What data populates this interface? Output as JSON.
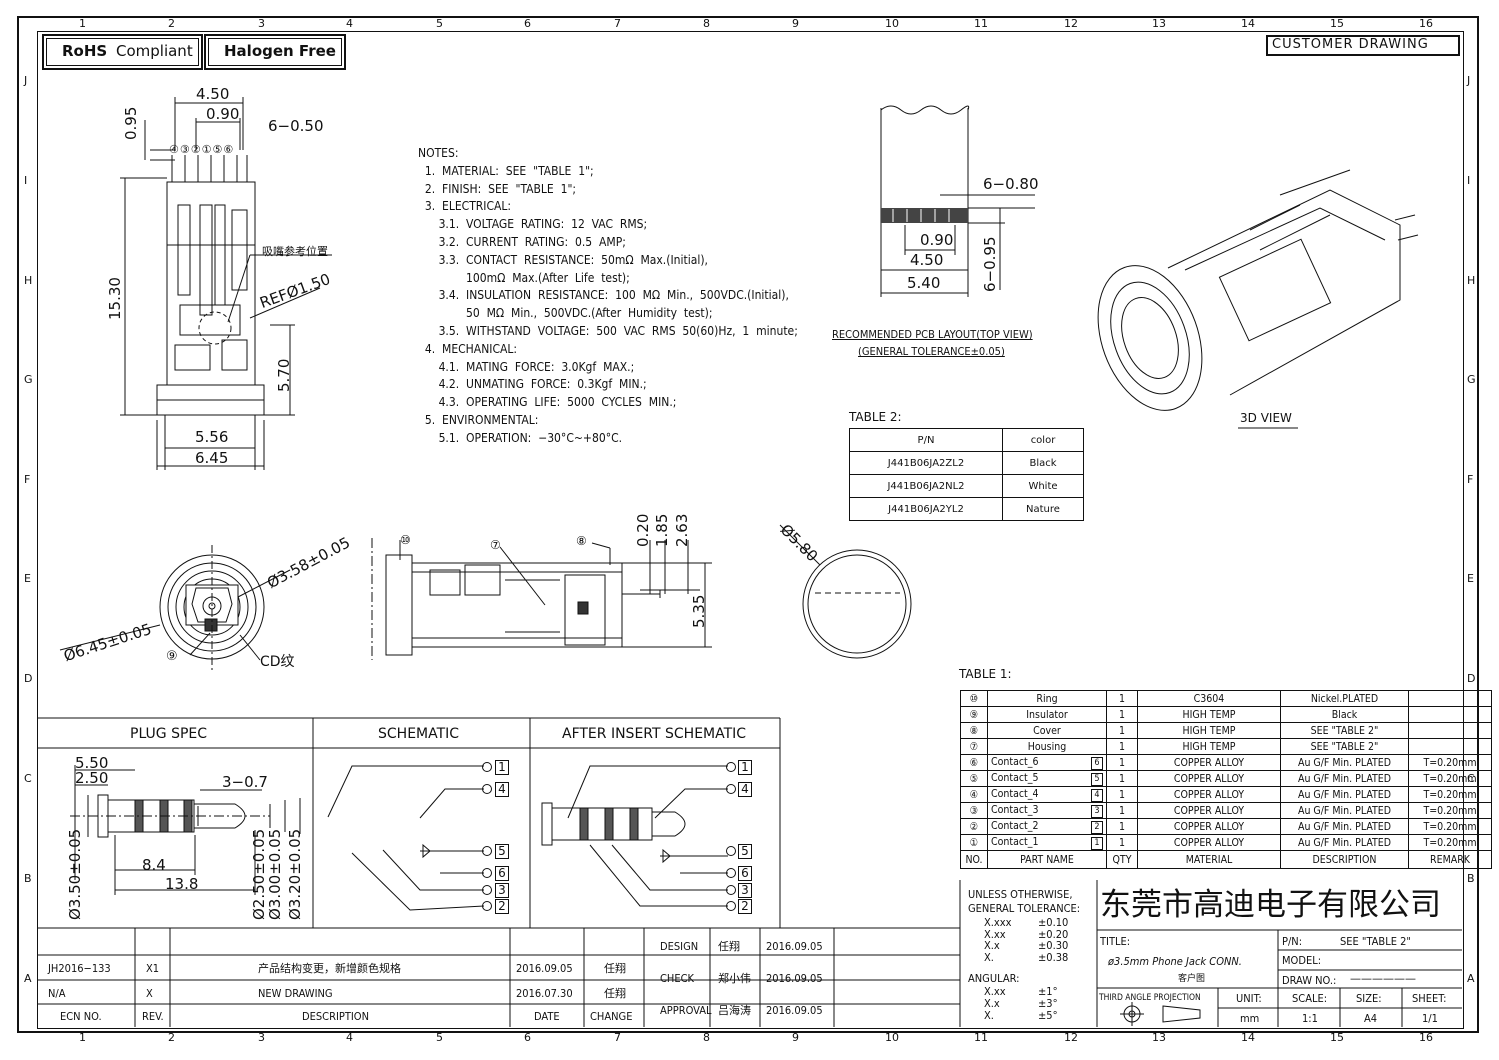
{
  "badges": {
    "rohs_bold": "RoHS",
    "rohs_rest": "Compliant",
    "halogen": "Halogen Free"
  },
  "header": {
    "title": "CUSTOMER DRAWING"
  },
  "grid": {
    "cols": [
      "1",
      "2",
      "3",
      "4",
      "5",
      "6",
      "7",
      "8",
      "9",
      "10",
      "11",
      "12",
      "13",
      "14",
      "15",
      "16"
    ],
    "rows": [
      "J",
      "I",
      "H",
      "G",
      "F",
      "E",
      "D",
      "C",
      "B",
      "A"
    ]
  },
  "side_view": {
    "d450": "4.50",
    "d090": "0.90",
    "d6x050": "6−0.50",
    "d095": "0.95",
    "d1530": "15.30",
    "d570": "5.70",
    "d556": "5.56",
    "d645": "6.45",
    "ref": "REFØ1.50",
    "nozzle": "吸嘴参考位置",
    "pins": [
      "④",
      "③",
      "②",
      "①",
      "⑤",
      "⑥"
    ]
  },
  "notes": [
    "NOTES:",
    "  1.  MATERIAL:  SEE  \"TABLE  1\";",
    "  2.  FINISH:  SEE  \"TABLE  1\";",
    "  3.  ELECTRICAL:",
    "      3.1.  VOLTAGE  RATING:  12  VAC  RMS;",
    "      3.2.  CURRENT  RATING:  0.5  AMP;",
    "      3.3.  CONTACT  RESISTANCE:  50mΩ  Max.(Initial),",
    "              100mΩ  Max.(After  Life  test);",
    "      3.4.  INSULATION  RESISTANCE:  100  MΩ  Min.,  500VDC.(Initial),",
    "              50  MΩ  Min.,  500VDC.(After  Humidity  test);",
    "      3.5.  WITHSTAND  VOLTAGE:  500  VAC  RMS  50(60)Hz,  1  minute;",
    "  4.  MECHANICAL:",
    "      4.1.  MATING  FORCE:  3.0Kgf  MAX.;",
    "      4.2.  UNMATING  FORCE:  0.3Kgf  MIN.;",
    "      4.3.  OPERATING  LIFE:  5000  CYCLES  MIN.;",
    "  5.  ENVIRONMENTAL:",
    "      5.1.  OPERATION:  −30°C~+80°C."
  ],
  "pcb": {
    "d6x080": "6−0.80",
    "d090": "0.90",
    "d450": "4.50",
    "d540": "5.40",
    "d6x095": "6−0.95",
    "caption1": "RECOMMENDED  PCB  LAYOUT(TOP  VIEW)",
    "caption2": "(GENERAL  TOLERANCE±0.05)"
  },
  "view3d": {
    "label": "3D  VIEW"
  },
  "table2": {
    "title": "TABLE  2:",
    "head": [
      "P/N",
      "color"
    ],
    "rows": [
      [
        "J441B06JA2ZL2",
        "Black"
      ],
      [
        "J441B06JA2NL2",
        "White"
      ],
      [
        "J441B06JA2YL2",
        "Nature"
      ]
    ]
  },
  "front": {
    "d358": "Ø3.58±0.05",
    "d645": "Ø6.45±0.05",
    "cd": "CD纹",
    "callout": "⑨"
  },
  "section": {
    "c10": "⑩",
    "c7": "⑦",
    "c8": "⑧",
    "d020": "0.20",
    "d185": "1.85",
    "d263": "2.63",
    "d535": "5.35"
  },
  "circle": {
    "d580": "Ø5.80"
  },
  "plug": {
    "title": "PLUG  SPEC",
    "d550": "5.50",
    "d250": "2.50",
    "d3x07": "3−0.7",
    "d84": "8.4",
    "d138": "13.8",
    "d350": "Ø3.50±0.05",
    "d250b": "Ø2.50±0.05",
    "d300": "Ø3.00±0.05",
    "d320": "Ø3.20±0.05"
  },
  "schematic": {
    "title": "SCHEMATIC",
    "pins": [
      "1",
      "4",
      "5",
      "6",
      "3",
      "2"
    ]
  },
  "after": {
    "title": "AFTER  INSERT  SCHEMATIC",
    "pins": [
      "1",
      "4",
      "5",
      "6",
      "3",
      "2"
    ]
  },
  "table1": {
    "title": "TABLE  1:",
    "rows": [
      {
        "no": "⑩",
        "name": "Ring",
        "box": "",
        "qty": "1",
        "mat": "C3604",
        "desc": "Nickel.PLATED",
        "rem": ""
      },
      {
        "no": "⑨",
        "name": "Insulator",
        "box": "",
        "qty": "1",
        "mat": "HIGH  TEMP",
        "desc": "Black",
        "rem": ""
      },
      {
        "no": "⑧",
        "name": "Cover",
        "box": "",
        "qty": "1",
        "mat": "HIGH  TEMP",
        "desc": "SEE  \"TABLE  2\"",
        "rem": ""
      },
      {
        "no": "⑦",
        "name": "Housing",
        "box": "",
        "qty": "1",
        "mat": "HIGH  TEMP",
        "desc": "SEE  \"TABLE  2\"",
        "rem": ""
      },
      {
        "no": "⑥",
        "name": "Contact_6",
        "box": "6",
        "qty": "1",
        "mat": "COPPER  ALLOY",
        "desc": "Au  G/F  Min.  PLATED",
        "rem": "T=0.20mm"
      },
      {
        "no": "⑤",
        "name": "Contact_5",
        "box": "5",
        "qty": "1",
        "mat": "COPPER  ALLOY",
        "desc": "Au  G/F  Min.  PLATED",
        "rem": "T=0.20mm"
      },
      {
        "no": "④",
        "name": "Contact_4",
        "box": "4",
        "qty": "1",
        "mat": "COPPER  ALLOY",
        "desc": "Au  G/F  Min.  PLATED",
        "rem": "T=0.20mm"
      },
      {
        "no": "③",
        "name": "Contact_3",
        "box": "3",
        "qty": "1",
        "mat": "COPPER  ALLOY",
        "desc": "Au  G/F  Min.  PLATED",
        "rem": "T=0.20mm"
      },
      {
        "no": "②",
        "name": "Contact_2",
        "box": "2",
        "qty": "1",
        "mat": "COPPER  ALLOY",
        "desc": "Au  G/F  Min.  PLATED",
        "rem": "T=0.20mm"
      },
      {
        "no": "①",
        "name": "Contact_1",
        "box": "1",
        "qty": "1",
        "mat": "COPPER  ALLOY",
        "desc": "Au  G/F  Min.  PLATED",
        "rem": "T=0.20mm"
      }
    ],
    "head": [
      "NO.",
      "PART  NAME",
      "QTY",
      "MATERIAL",
      "DESCRIPTION",
      "REMARK"
    ]
  },
  "tolerance": {
    "l1": "UNLESS  OTHERWISE,",
    "l2": "GENERAL  TOLERANCE:",
    "rows": [
      [
        "X.xxx",
        "±0.10"
      ],
      [
        "X.xx",
        "±0.20"
      ],
      [
        "X.x",
        "±0.30"
      ],
      [
        "X.",
        "±0.38"
      ]
    ],
    "angular": "ANGULAR:",
    "arows": [
      [
        "X.xx",
        "±1°"
      ],
      [
        "X.x",
        "±3°"
      ],
      [
        "X.",
        "±5°"
      ]
    ]
  },
  "company": "东莞市高迪电子有限公司",
  "titleblock": {
    "title_lbl": "TITLE:",
    "title": "ø3.5mm  Phone  Jack  CONN.",
    "subtitle": "客户图",
    "pn_lbl": "P/N:",
    "pn": "SEE  \"TABLE  2\"",
    "model_lbl": "MODEL:",
    "drawno_lbl": "DRAW  NO.:",
    "drawno": "——————",
    "proj": "THIRD  ANGLE  PROJECTION",
    "unit_lbl": "UNIT:",
    "unit": "mm",
    "scale_lbl": "SCALE:",
    "scale": "1:1",
    "size_lbl": "SIZE:",
    "size": "A4",
    "sheet_lbl": "SHEET:",
    "sheet": "1/1"
  },
  "approvals": [
    [
      "DESIGN",
      "任翔",
      "2016.09.05"
    ],
    [
      "CHECK",
      "郑小伟",
      "2016.09.05"
    ],
    [
      "APPROVAL",
      "吕海涛",
      "2016.09.05"
    ]
  ],
  "revisions": [
    [
      "JH2016−133",
      "X1",
      "产品结构变更，新增颜色规格",
      "2016.09.05",
      "任翔"
    ],
    [
      "N/A",
      "X",
      "NEW  DRAWING",
      "2016.07.30",
      "任翔"
    ]
  ],
  "rev_head": [
    "ECN  NO.",
    "REV.",
    "DESCRIPTION",
    "DATE",
    "CHANGE"
  ]
}
